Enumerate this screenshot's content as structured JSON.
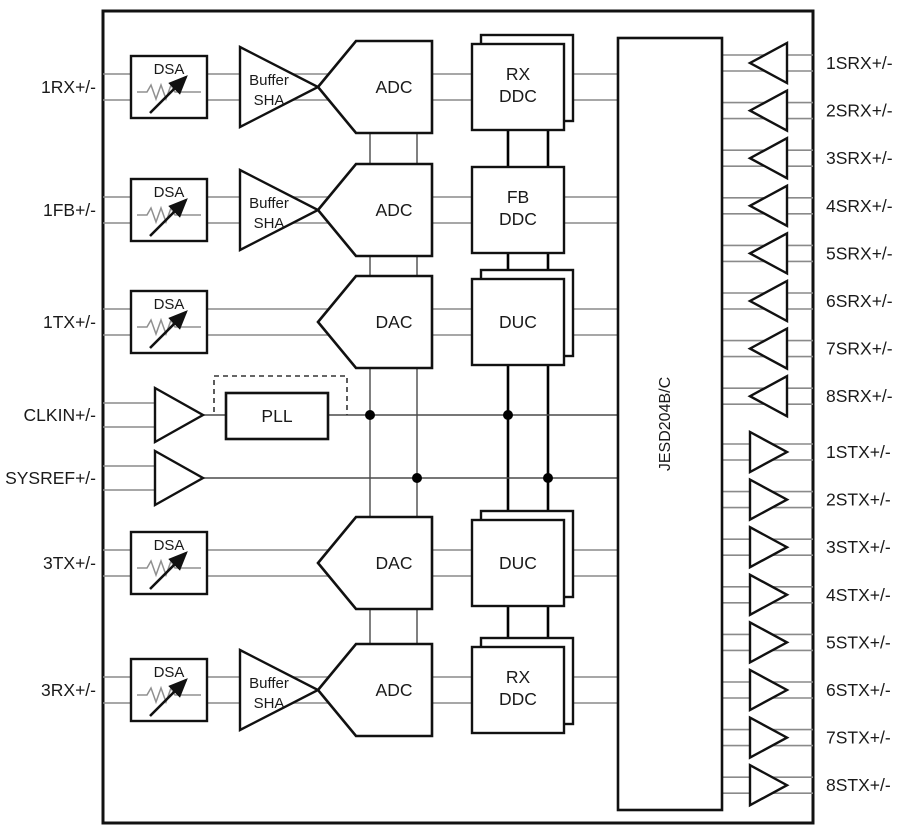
{
  "colors": {
    "background": "#ffffff",
    "block_stroke": "#111111",
    "signal_gray": "#8a8a8a",
    "clock_line": "#4a4a4a",
    "bus_black": "#000000",
    "text": "#1a1a1a"
  },
  "left_ports": [
    {
      "label": "1RX+/-",
      "direction": "input"
    },
    {
      "label": "1FB+/-",
      "direction": "input"
    },
    {
      "label": "1TX+/-",
      "direction": "output"
    },
    {
      "label": "CLKIN+/-",
      "direction": "input"
    },
    {
      "label": "SYSREF+/-",
      "direction": "input"
    },
    {
      "label": "3TX+/-",
      "direction": "output"
    },
    {
      "label": "3RX+/-",
      "direction": "input"
    }
  ],
  "blocks": {
    "dsa_label": "DSA",
    "buffer_lines": [
      "Buffer",
      "SHA"
    ],
    "converters": [
      "ADC",
      "ADC",
      "DAC",
      "DAC",
      "ADC"
    ],
    "dsp": [
      [
        "RX",
        "DDC"
      ],
      [
        "FB",
        "DDC"
      ],
      [
        "DUC"
      ],
      [
        "DUC"
      ],
      [
        "RX",
        "DDC"
      ]
    ],
    "pll_label": "PLL",
    "jesd_label": "JESD204B/C"
  },
  "right_ports": [
    {
      "label": "1SRX+/-",
      "direction": "input"
    },
    {
      "label": "2SRX+/-",
      "direction": "input"
    },
    {
      "label": "3SRX+/-",
      "direction": "input"
    },
    {
      "label": "4SRX+/-",
      "direction": "input"
    },
    {
      "label": "5SRX+/-",
      "direction": "input"
    },
    {
      "label": "6SRX+/-",
      "direction": "input"
    },
    {
      "label": "7SRX+/-",
      "direction": "input"
    },
    {
      "label": "8SRX+/-",
      "direction": "input"
    },
    {
      "label": "1STX+/-",
      "direction": "output"
    },
    {
      "label": "2STX+/-",
      "direction": "output"
    },
    {
      "label": "3STX+/-",
      "direction": "output"
    },
    {
      "label": "4STX+/-",
      "direction": "output"
    },
    {
      "label": "5STX+/-",
      "direction": "output"
    },
    {
      "label": "6STX+/-",
      "direction": "output"
    },
    {
      "label": "7STX+/-",
      "direction": "output"
    },
    {
      "label": "8STX+/-",
      "direction": "output"
    }
  ]
}
